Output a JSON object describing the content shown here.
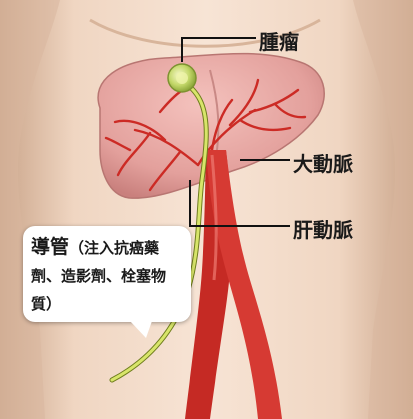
{
  "labels": {
    "tumor": "腫瘤",
    "aorta": "大動脈",
    "hepatic_artery": "肝動脈"
  },
  "catheter_note": {
    "title": "導管",
    "description": "（注入抗癌藥劑、造影劑、栓塞物質）"
  },
  "colors": {
    "skin": "#f4dccb",
    "liver": "#e8a6a2",
    "artery": "#d0312b",
    "catheter": "#c9d95a",
    "tumor": "#b6d15b"
  }
}
